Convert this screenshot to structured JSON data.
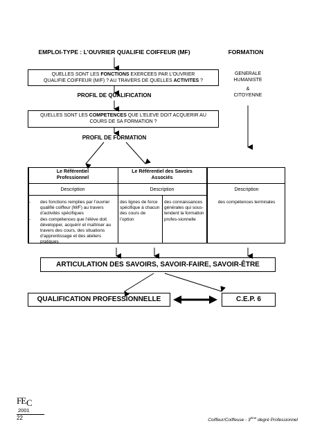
{
  "header": {
    "title": "EMPLOI-TYPE : L’OUVRIER QUALIFIE COIFFEUR (MF)",
    "formation": "FORMATION"
  },
  "box_fonctions": {
    "l1_a": "QUELLES SONT LES ",
    "l1_b": "FONCTIONS",
    "l1_c": " EXERCEES PAR L’OUVRIER",
    "l2_a": "QUALIFIE COIFFEUR (M/F) ? AU TRAVERS DE QUELLES ",
    "l2_b": "ACTIVITES",
    "l2_c": " ?"
  },
  "formation_side": {
    "line1": "GENERALE",
    "line2": "HUMANISTE",
    "amp": "&",
    "line3": "CITOYENNE"
  },
  "profil_qualification": "PROFIL DE QUALIFICATION",
  "box_competences": {
    "l1_a": "QUELLES SONT LES ",
    "l1_b": "COMPETENCES",
    "l1_c": " QUE L’ELEVE DOIT ACQUERIR AU",
    "l2": "COURS DE SA FORMATION ?"
  },
  "profil_formation": "PROFIL DE FORMATION",
  "table": {
    "h1_l1": "Le Référentiel",
    "h1_l2": "Professionnel",
    "h2_l1": "Le Référentiel des Savoirs",
    "h2_l2": "Associés",
    "desc": "Description",
    "col1": [
      {
        "dash": "-",
        "text": "des fonctions remplies par l’ouvrier qualifié coiffeur (M/F) au travers d’activités spécifiques"
      },
      {
        "dash": "-",
        "text": "des compétences que l’élève doit développer, acquérir et maîtriser au travers des cours, des situations d’apprentissage et des ateliers pratiques"
      }
    ],
    "col2": "des lignes de force spécifique à chacun des cours de l’option",
    "col3": "des connaissances générales qui sous-tendent la formation profes-sionnelle",
    "col4": "des compétences terminales"
  },
  "articulation": "ARTICULATION DES SAVOIRS, SAVOIR-FAIRE, SAVOIR-ÊTRE",
  "qualification": "QUALIFICATION PROFESSIONNELLE",
  "cep": "C.E.P. 6",
  "footer": {
    "logo_text": "FE",
    "logo_c": "C",
    "year": "2001",
    "page": "22",
    "right_a": "Coiffeur/Coiffeuse - 3",
    "right_sup": "ème",
    "right_b": " degré Professionnel"
  }
}
